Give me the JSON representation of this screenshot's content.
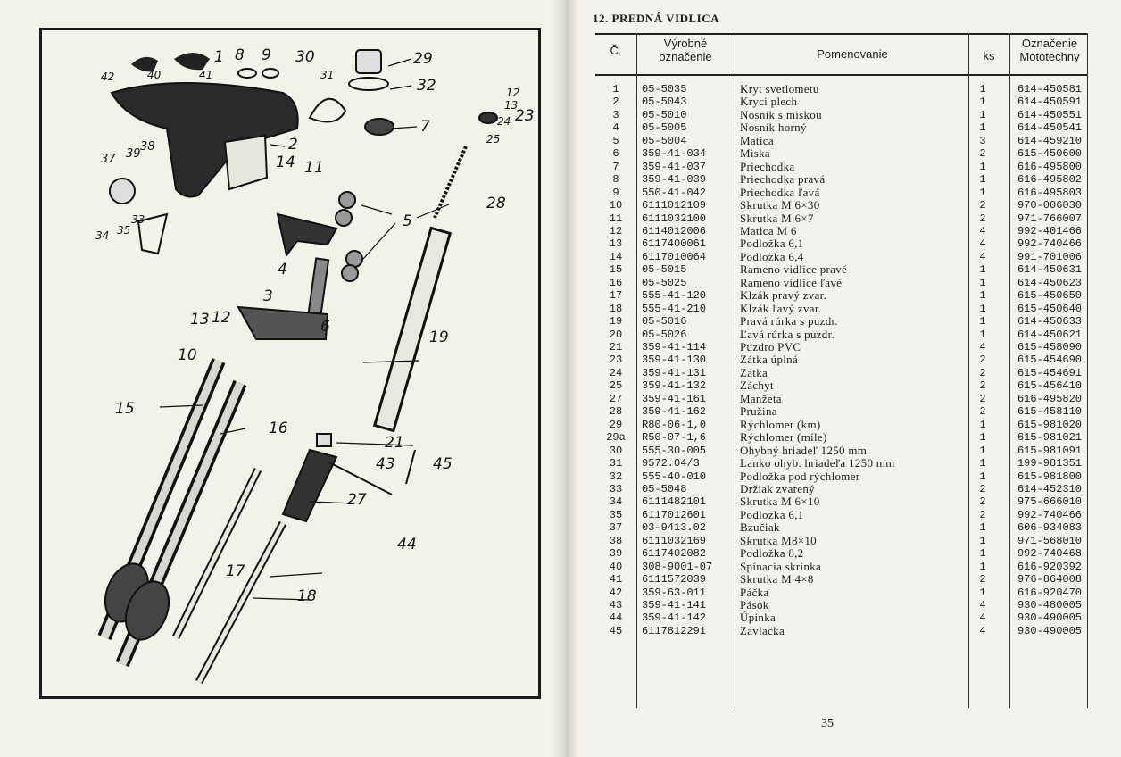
{
  "diagram": {
    "callouts": [
      "1",
      "2",
      "3",
      "4",
      "5",
      "6",
      "7",
      "8",
      "9",
      "10",
      "11",
      "12",
      "12",
      "13",
      "13",
      "14",
      "15",
      "16",
      "17",
      "18",
      "19",
      "21",
      "23",
      "24",
      "25",
      "27",
      "28",
      "29",
      "30",
      "31",
      "32",
      "33",
      "34",
      "35",
      "37",
      "38",
      "39",
      "40",
      "41",
      "42",
      "43",
      "44",
      "45"
    ]
  },
  "section": {
    "title": "12. PREDNÁ VIDLICA"
  },
  "table": {
    "headers": {
      "num": "Č.",
      "code": "Výrobné označenie",
      "name": "Pomenovanie",
      "ks": "ks",
      "moto": "Označenie Mototechny"
    },
    "rows": [
      {
        "num": "1",
        "code": "05-5035",
        "name": "Kryt svetlometu",
        "ks": "1",
        "moto": "614-450581"
      },
      {
        "num": "2",
        "code": "05-5043",
        "name": "Kryci plech",
        "ks": "1",
        "moto": "614-450591"
      },
      {
        "num": "3",
        "code": "05-5010",
        "name": "Nosník s miskou",
        "ks": "1",
        "moto": "614-450551"
      },
      {
        "num": "4",
        "code": "05-5005",
        "name": "Nosník horný",
        "ks": "1",
        "moto": "614-450541"
      },
      {
        "num": "5",
        "code": "05-5004",
        "name": "Matica",
        "ks": "3",
        "moto": "614-459210"
      },
      {
        "num": "6",
        "code": "359-41-034",
        "name": "Miska",
        "ks": "2",
        "moto": "615-450600"
      },
      {
        "num": "7",
        "code": "359-41-037",
        "name": "Priechodka",
        "ks": "1",
        "moto": "616-495800"
      },
      {
        "num": "8",
        "code": "359-41-039",
        "name": "Priechodka pravá",
        "ks": "1",
        "moto": "616-495802"
      },
      {
        "num": "9",
        "code": "550-41-042",
        "name": "Priechodka ľavá",
        "ks": "1",
        "moto": "616-495803"
      },
      {
        "num": "10",
        "code": "6111012109",
        "name": "Skrutka M 6×30",
        "ks": "2",
        "moto": "970-006030"
      },
      {
        "num": "11",
        "code": "6111032100",
        "name": "Skrutka M 6×7",
        "ks": "2",
        "moto": "971-766007"
      },
      {
        "num": "12",
        "code": "6114012006",
        "name": "Matica M 6",
        "ks": "4",
        "moto": "992-401466"
      },
      {
        "num": "13",
        "code": "6117400061",
        "name": "Podložka 6,1",
        "ks": "4",
        "moto": "992-740466"
      },
      {
        "num": "14",
        "code": "6117010064",
        "name": "Podložka 6,4",
        "ks": "4",
        "moto": "991-701006"
      },
      {
        "num": "15",
        "code": "05-5015",
        "name": "Rameno vidlice pravé",
        "ks": "1",
        "moto": "614-450631"
      },
      {
        "num": "16",
        "code": "05-5025",
        "name": "Rameno vidlice ľavé",
        "ks": "1",
        "moto": "614-450623"
      },
      {
        "num": "17",
        "code": "555-41-120",
        "name": "Klzák pravý zvar.",
        "ks": "1",
        "moto": "615-450650"
      },
      {
        "num": "18",
        "code": "555-41-210",
        "name": "Klzák ľavý zvar.",
        "ks": "1",
        "moto": "615-450640"
      },
      {
        "num": "19",
        "code": "05-5016",
        "name": "Pravá rúrka s puzdr.",
        "ks": "1",
        "moto": "614-450633"
      },
      {
        "num": "20",
        "code": "05-5026",
        "name": "Ľavá rúrka s puzdr.",
        "ks": "1",
        "moto": "614-450621"
      },
      {
        "num": "21",
        "code": "359-41-114",
        "name": "Puzdro PVC",
        "ks": "4",
        "moto": "615-458090"
      },
      {
        "num": "23",
        "code": "359-41-130",
        "name": "Zátka úplná",
        "ks": "2",
        "moto": "615-454690"
      },
      {
        "num": "24",
        "code": "359-41-131",
        "name": "Zátka",
        "ks": "2",
        "moto": "615-454691"
      },
      {
        "num": "25",
        "code": "359-41-132",
        "name": "Záchyt",
        "ks": "2",
        "moto": "615-456410"
      },
      {
        "num": "27",
        "code": "359-41-161",
        "name": "Manžeta",
        "ks": "2",
        "moto": "616-495820"
      },
      {
        "num": "28",
        "code": "359-41-162",
        "name": "Pružina",
        "ks": "2",
        "moto": "615-458110"
      },
      {
        "num": "29",
        "code": "R80-06-1,0",
        "name": "Rýchlomer (km)",
        "ks": "1",
        "moto": "615-981020"
      },
      {
        "num": "29a",
        "code": "R50-07-1,6",
        "name": "Rýchlomer (míle)",
        "ks": "1",
        "moto": "615-981021"
      },
      {
        "num": "30",
        "code": "555-30-005",
        "name": "Ohybný hriadeľ 1250 mm",
        "ks": "1",
        "moto": "615-981091"
      },
      {
        "num": "31",
        "code": "9572.04/3",
        "name": "Lanko ohyb. hriadeľa 1250 mm",
        "ks": "1",
        "moto": "199-981351"
      },
      {
        "num": "32",
        "code": "555-40-010",
        "name": "Podložka pod rýchlomer",
        "ks": "1",
        "moto": "615-981800"
      },
      {
        "num": "33",
        "code": "05-5048",
        "name": "Držiak zvarený",
        "ks": "2",
        "moto": "614-452310"
      },
      {
        "num": "34",
        "code": "6111482101",
        "name": "Skrutka M 6×10",
        "ks": "2",
        "moto": "975-666010"
      },
      {
        "num": "35",
        "code": "6117012601",
        "name": "Podložka 6,1",
        "ks": "2",
        "moto": "992-740466"
      },
      {
        "num": "37",
        "code": "03-9413.02",
        "name": "Bzučiak",
        "ks": "1",
        "moto": "606-934083"
      },
      {
        "num": "38",
        "code": "6111032169",
        "name": "Skrutka M8×10",
        "ks": "1",
        "moto": "971-568010"
      },
      {
        "num": "39",
        "code": "6117402082",
        "name": "Podložka 8,2",
        "ks": "1",
        "moto": "992-740468"
      },
      {
        "num": "40",
        "code": "308-9001-07",
        "name": "Spínacia skrinka",
        "ks": "1",
        "moto": "616-920392"
      },
      {
        "num": "41",
        "code": "6111572039",
        "name": "Skrutka M 4×8",
        "ks": "2",
        "moto": "976-864008"
      },
      {
        "num": "42",
        "code": "359-63-011",
        "name": "Páčka",
        "ks": "1",
        "moto": "616-920470"
      },
      {
        "num": "43",
        "code": "359-41-141",
        "name": "Pások",
        "ks": "4",
        "moto": "930-480005"
      },
      {
        "num": "44",
        "code": "359-41-142",
        "name": "Úpinka",
        "ks": "4",
        "moto": "930-490005"
      },
      {
        "num": "45",
        "code": "6117812291",
        "name": "Závlačka",
        "ks": "4",
        "moto": "930-490005"
      }
    ]
  },
  "page_number": "35"
}
